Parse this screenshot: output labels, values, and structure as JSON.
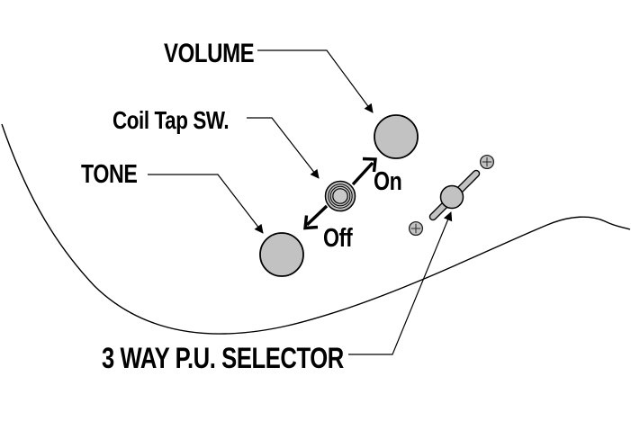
{
  "diagram": {
    "labels": {
      "volume": "VOLUME",
      "coil_tap": "Coil Tap SW.",
      "tone": "TONE",
      "on": "On",
      "off": "Off",
      "selector": "3 WAY P.U. SELECTOR"
    },
    "icons": {
      "volume_knob": "volume-knob",
      "tone_knob": "tone-knob",
      "coil_tap_switch": "coil-tap-switch",
      "pickup_selector": "3-way-pickup-selector-switch",
      "body_outline": "guitar-body-outline"
    },
    "colors": {
      "background": "#ffffff",
      "line": "#000000",
      "knob_fill": "#c2c2c2",
      "switch_center_fill": "#c9c9c9"
    }
  }
}
